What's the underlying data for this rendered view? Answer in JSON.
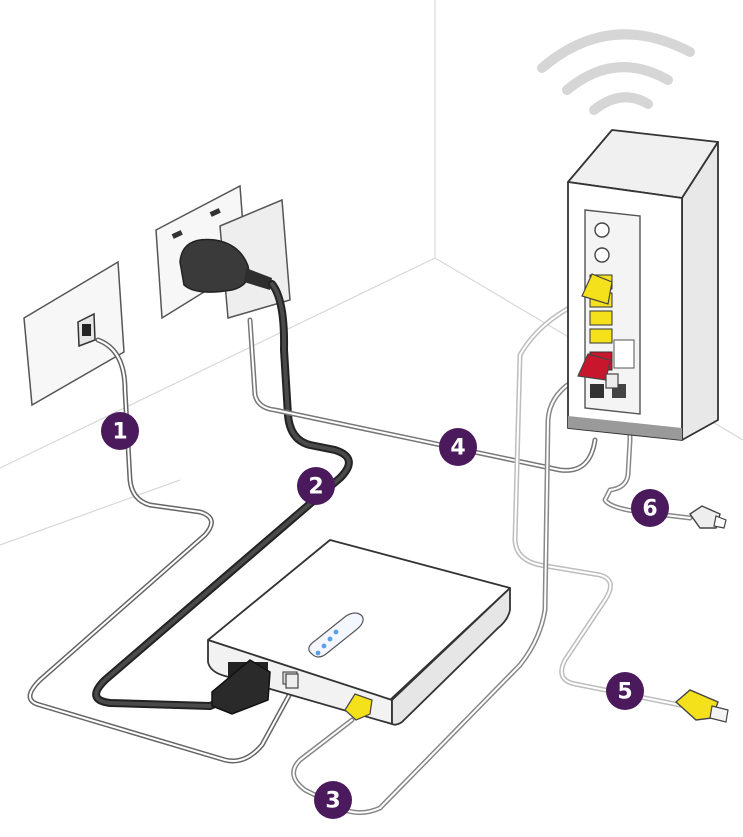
{
  "diagram": {
    "steps": [
      {
        "id": "1",
        "label": "1"
      },
      {
        "id": "2",
        "label": "2"
      },
      {
        "id": "3",
        "label": "3"
      },
      {
        "id": "4",
        "label": "4"
      },
      {
        "id": "5",
        "label": "5"
      },
      {
        "id": "6",
        "label": "6"
      }
    ]
  },
  "colors": {
    "badge": "#4a1a5c",
    "power_cable": "#3a3a3a",
    "grey_cable": "#9a9a9a",
    "ethernet_yellow": "#f4e11c",
    "port_red": "#c8172c",
    "line": "#cfcfcf",
    "device": "#ffffff"
  },
  "icons": {
    "wifi": "wifi-signal-icon",
    "phone_socket": "phone-wall-socket-icon",
    "power_socket": "power-wall-socket-icon",
    "power_plug": "power-plug-icon",
    "ethernet_plug": "ethernet-plug-icon",
    "phone_plug": "phone-plug-icon"
  }
}
